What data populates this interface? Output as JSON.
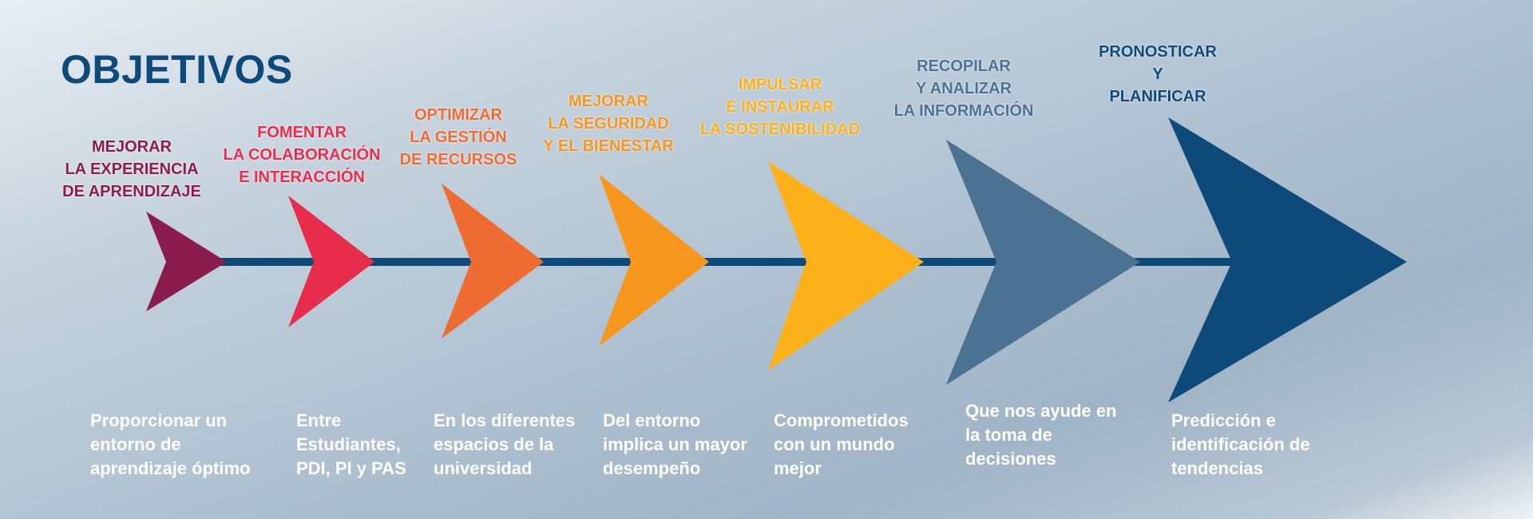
{
  "title": "OBJETIVOS",
  "line_color": "#0d4a7a",
  "objectives": [
    {
      "label": "MEJORAR\nLA EXPERIENCIA\nDE APRENDIZAJE",
      "description": "Proporcionar un\nentorno de\naprendizaje óptimo",
      "color": "#8b1d4c"
    },
    {
      "label": "FOMENTAR\nLA COLABORACIÓN\nE INTERACCIÓN",
      "description": "Entre\nEstudiantes,\nPDI, PI y PAS",
      "color": "#e82c4b"
    },
    {
      "label": "OPTIMIZAR\nLA GESTIÓN\nDE RECURSOS",
      "description": "En los diferentes\nespacios de la\nuniversidad",
      "color": "#ee6b31"
    },
    {
      "label": "MEJORAR\nLA SEGURIDAD\nY EL BIENESTAR",
      "description": "Del entorno\nimplica un mayor\ndesempeño",
      "color": "#f7961c"
    },
    {
      "label": "IMPULSAR\nE INSTAURAR\nLA SOSTENIBILIDAD",
      "description": "Comprometidos\ncon un mundo\nmejor",
      "color": "#fcb11a"
    },
    {
      "label": "RECOPILAR\nY ANALIZAR\nLA INFORMACIÓN",
      "description": "Que nos ayude en\nla toma de\ndecisiones",
      "color": "#4b7293"
    },
    {
      "label": "PRONOSTICAR\nY\nPLANIFICAR",
      "description": "Predicción e\nidentificación de\ntendencias",
      "color": "#0d4a7a"
    }
  ]
}
